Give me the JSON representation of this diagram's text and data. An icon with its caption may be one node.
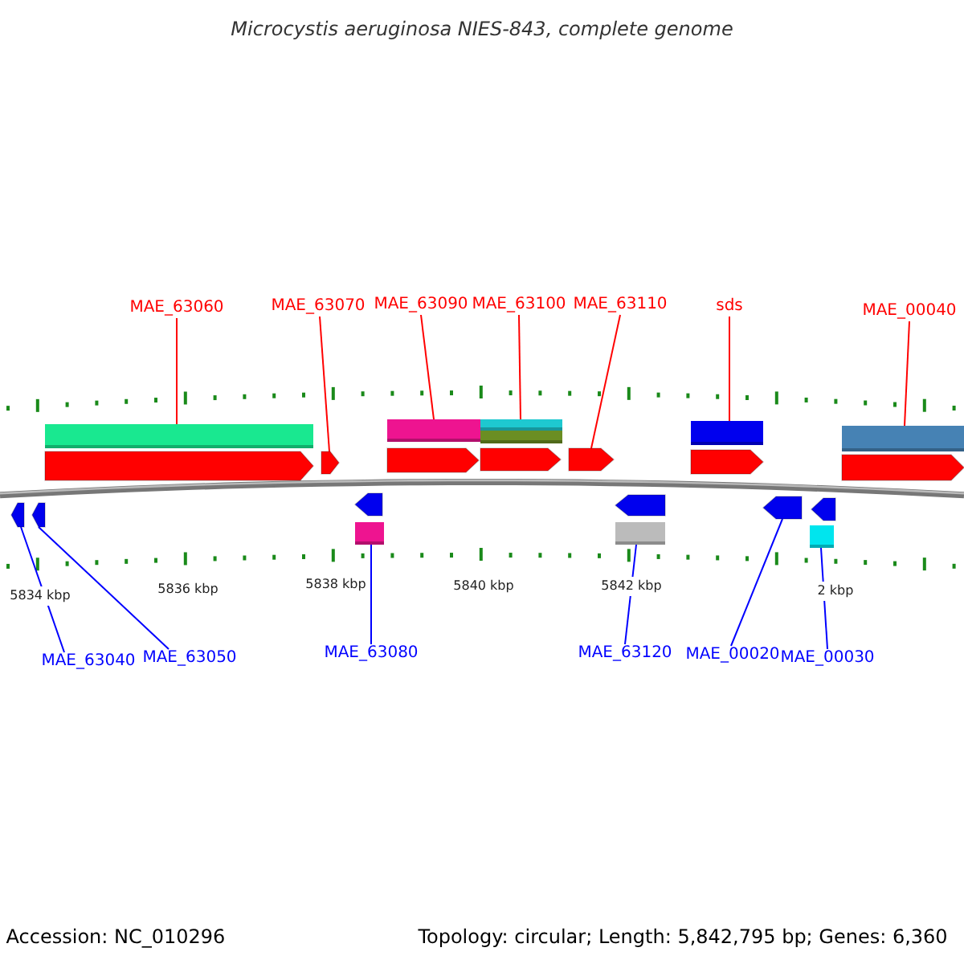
{
  "diagram": {
    "title": "Microcystis aeruginosa NIES-843, complete genome",
    "nodes": [
      {
        "text": [
          "MAE_63060"
        ]
      },
      {
        "text": [
          "MAE_63070"
        ]
      },
      {
        "text": [
          "MAE_63090"
        ]
      },
      {
        "text": [
          "MAE_63100"
        ]
      },
      {
        "text": [
          "MAE_63110"
        ]
      },
      {
        "text": [
          "sds"
        ]
      },
      {
        "text": [
          "MAE_00040"
        ]
      },
      {
        "text": [
          "MAE_63040"
        ]
      },
      {
        "text": [
          "MAE_63050"
        ]
      },
      {
        "text": [
          "MAE_63080"
        ]
      },
      {
        "text": [
          "MAE_63120"
        ]
      },
      {
        "text": [
          "MAE_00020"
        ]
      },
      {
        "text": [
          "MAE_00030"
        ]
      },
      {
        "text": [],
        "shape": "arrow"
      },
      {
        "text": [],
        "shape": "arrow"
      },
      {
        "text": [],
        "shape": "arrow"
      },
      {
        "text": [],
        "shape": "arrow"
      },
      {
        "text": [],
        "shape": "arrow"
      },
      {
        "text": [],
        "shape": "arrow"
      },
      {
        "text": [],
        "shape": "arrow"
      },
      {
        "text": [],
        "shape": "arrow"
      },
      {
        "text": [],
        "shape": "arrow"
      },
      {
        "text": [],
        "shape": "arrow"
      },
      {
        "text": [],
        "shape": "arrow"
      },
      {
        "text": [],
        "shape": "arrow"
      },
      {
        "text": [],
        "shape": "arrow"
      }
    ],
    "edges": [
      {
        "from": 0,
        "to": 13,
        "arrow": "none"
      },
      {
        "from": 1,
        "to": 14,
        "arrow": "none"
      },
      {
        "from": 2,
        "to": 15,
        "arrow": "none"
      },
      {
        "from": 3,
        "to": 16,
        "arrow": "none"
      },
      {
        "from": 4,
        "to": 17,
        "arrow": "none"
      },
      {
        "from": 5,
        "to": 18,
        "arrow": "none"
      },
      {
        "from": 6,
        "to": 19,
        "arrow": "none"
      },
      {
        "from": 7,
        "to": 20,
        "arrow": "none",
        "color": "#0000ff"
      },
      {
        "from": 8,
        "to": 21,
        "arrow": "none",
        "color": "#0000ff"
      },
      {
        "from": 9,
        "to": 22,
        "arrow": "none",
        "color": "#0000ff"
      },
      {
        "from": 10,
        "to": 23,
        "arrow": "none",
        "color": "#0000ff"
      },
      {
        "from": 11,
        "to": 24,
        "arrow": "none",
        "color": "#0000ff"
      },
      {
        "from": 12,
        "to": 25,
        "arrow": "none",
        "color": "#0000ff"
      }
    ],
    "labels": [
      "5834 kbp",
      "5836 kbp",
      "5838 kbp",
      "5840 kbp",
      "5842 kbp",
      "2 kbp",
      "Accession: NC_010296",
      "Topology: circular; Length: 5,842,795 bp; Genes: 6,360"
    ]
  }
}
